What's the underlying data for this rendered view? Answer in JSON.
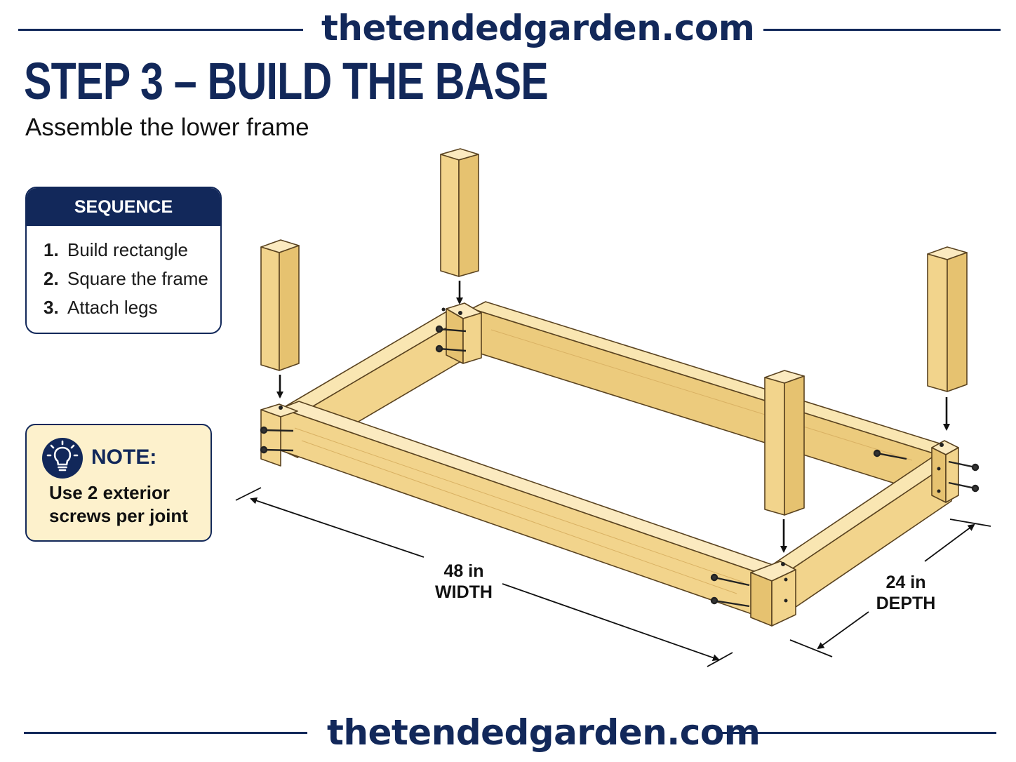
{
  "header": {
    "site": "thetendedgarden.com"
  },
  "title": "STEP 3 – BUILD THE BASE",
  "subtitle": "Assemble the lower frame",
  "sequence": {
    "heading": "SEQUENCE",
    "steps": [
      {
        "num": "1.",
        "text": "Build rectangle"
      },
      {
        "num": "2.",
        "text": "Square the frame"
      },
      {
        "num": "3.",
        "text": "Attach legs"
      }
    ]
  },
  "note": {
    "icon": "lightbulb-icon",
    "title": "NOTE:",
    "body": "Use 2 exterior screws per joint"
  },
  "dimensions": {
    "width_value": "48 in",
    "width_label": "WIDTH",
    "depth_value": "24 in",
    "depth_label": "DEPTH"
  },
  "footer": {
    "site": "thetendedgarden.com"
  },
  "colors": {
    "navy": "#12285a",
    "note_bg": "#fdf1cc",
    "wood_light": "#f7dea0",
    "wood_mid": "#eccb7d",
    "wood_dark": "#d9b163"
  }
}
